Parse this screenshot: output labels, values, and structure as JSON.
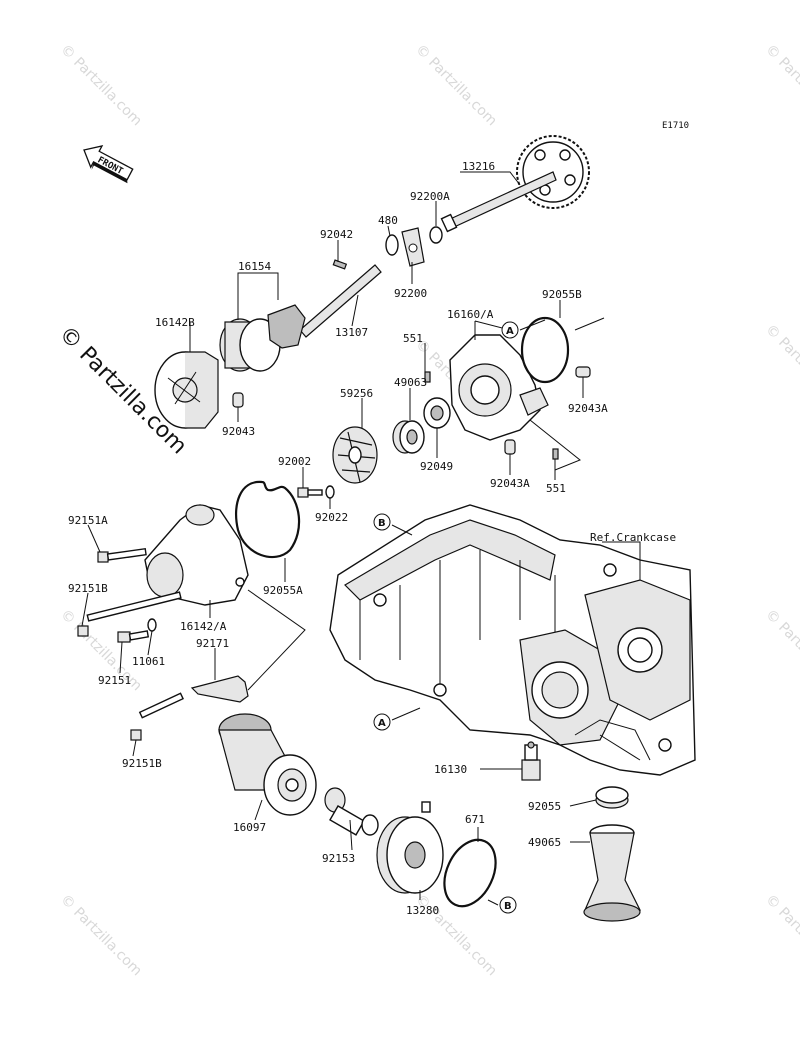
{
  "diagram_code": "E1710",
  "front_label": "FRONT",
  "ref_label": "Ref.Crankcase",
  "watermark": "© Partzilla.com",
  "callouts": {
    "A": "A",
    "B": "B"
  },
  "parts": {
    "p13216": "13216",
    "p92200A": "92200A",
    "p480": "480",
    "p92042": "92042",
    "p16154": "16154",
    "p92200": "92200",
    "p13107": "13107",
    "p16142B": "16142B",
    "p92043": "92043",
    "p92055B": "92055B",
    "p16160A": "16160/A",
    "p551a": "551",
    "p49063": "49063",
    "p59256": "59256",
    "p92049": "92049",
    "p92043A_a": "92043A",
    "p92043A_b": "92043A",
    "p551b": "551",
    "p92002": "92002",
    "p92022": "92022",
    "p92151A": "92151A",
    "p92055A": "92055A",
    "p92151B_a": "92151B",
    "p16142A": "16142/A",
    "p11061": "11061",
    "p92171": "92171",
    "p92151": "92151",
    "p92151B_b": "92151B",
    "p16130": "16130",
    "p92055": "92055",
    "p49065": "49065",
    "p16097": "16097",
    "p92153": "92153",
    "p671": "671",
    "p13280": "13280"
  }
}
